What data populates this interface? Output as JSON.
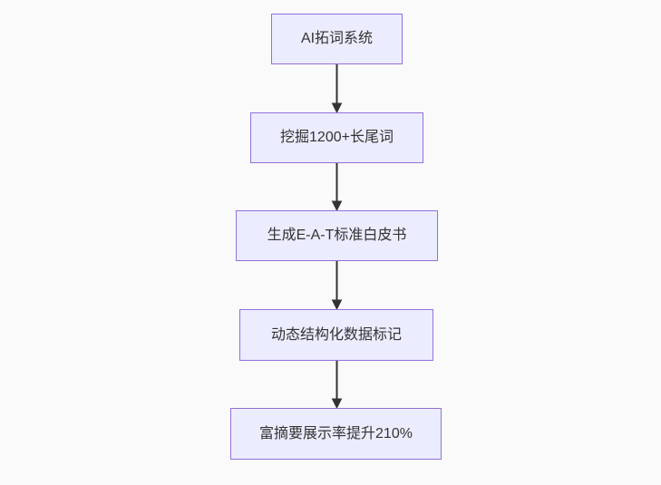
{
  "diagram": {
    "type": "flowchart",
    "direction": "top-down",
    "nodes": [
      {
        "id": "step-1",
        "label": "AI拓词系统"
      },
      {
        "id": "step-2",
        "label": "挖掘1200+长尾词"
      },
      {
        "id": "step-3",
        "label": "生成E-A-T标准白皮书"
      },
      {
        "id": "step-4",
        "label": "动态结构化数据标记"
      },
      {
        "id": "step-5",
        "label": "富摘要展示率提升210%"
      }
    ],
    "edges": [
      {
        "from": "step-1",
        "to": "step-2",
        "arrow": "down"
      },
      {
        "from": "step-2",
        "to": "step-3",
        "arrow": "down"
      },
      {
        "from": "step-3",
        "to": "step-4",
        "arrow": "down"
      },
      {
        "from": "step-4",
        "to": "step-5",
        "arrow": "down"
      }
    ],
    "colors": {
      "background": "#fafafa",
      "node_fill": "#ECECFF",
      "node_border": "#9370DB",
      "text": "#333333",
      "arrow": "#333333"
    }
  }
}
